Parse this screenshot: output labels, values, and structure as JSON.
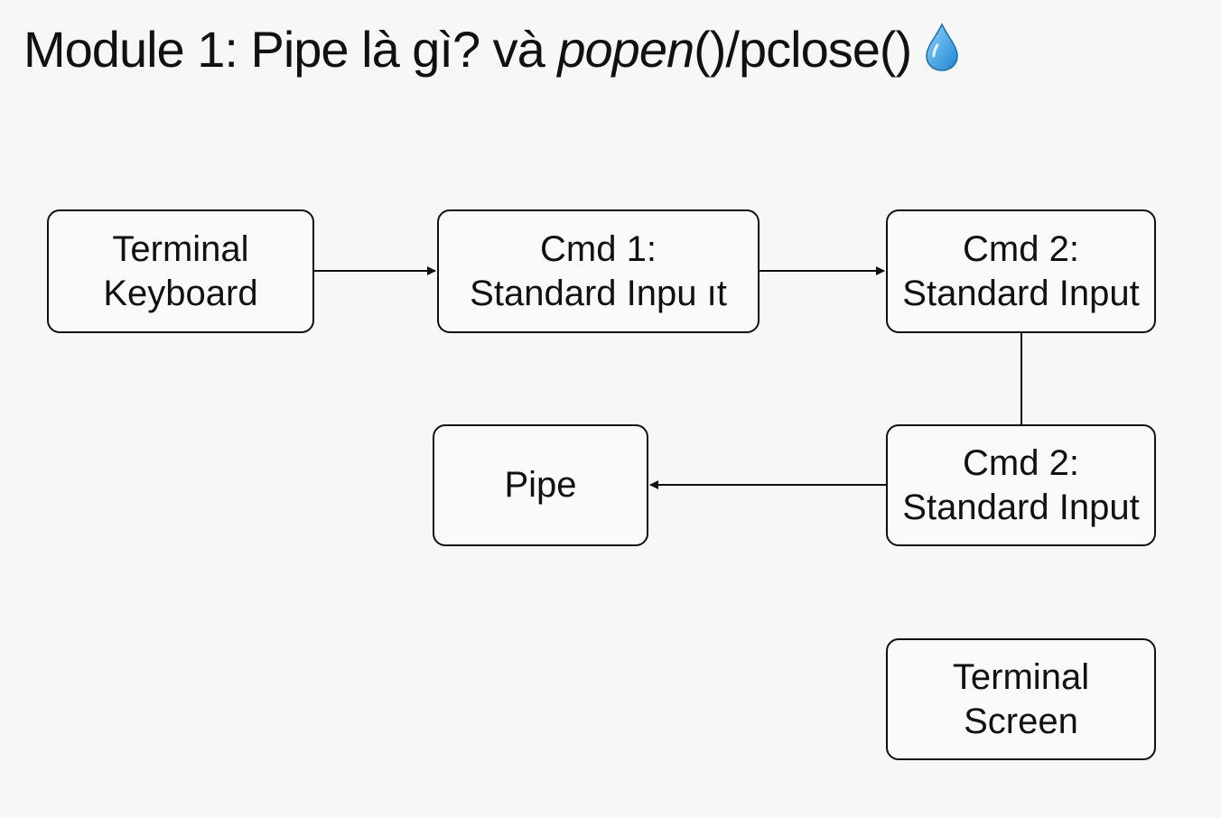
{
  "title": {
    "prefix": "Module 1: Pipe là gì? và ",
    "italic": "popen",
    "suffix": "()/pclose()",
    "emoji_icon": "water-drop-icon"
  },
  "nodes": {
    "terminal_keyboard": "Terminal\nKeyboard",
    "cmd1_input": "Cmd 1:\nStandard Inpu ıt",
    "cmd2_input_top": "Cmd 2:\nStandard Input",
    "pipe": "Pipe",
    "cmd2_input_bottom": "Cmd 2:\nStandard Input",
    "terminal_screen": "Terminal\nScreen"
  },
  "colors": {
    "background": "#f7f7f7",
    "stroke": "#111111",
    "drop": "#3aa0e0"
  }
}
